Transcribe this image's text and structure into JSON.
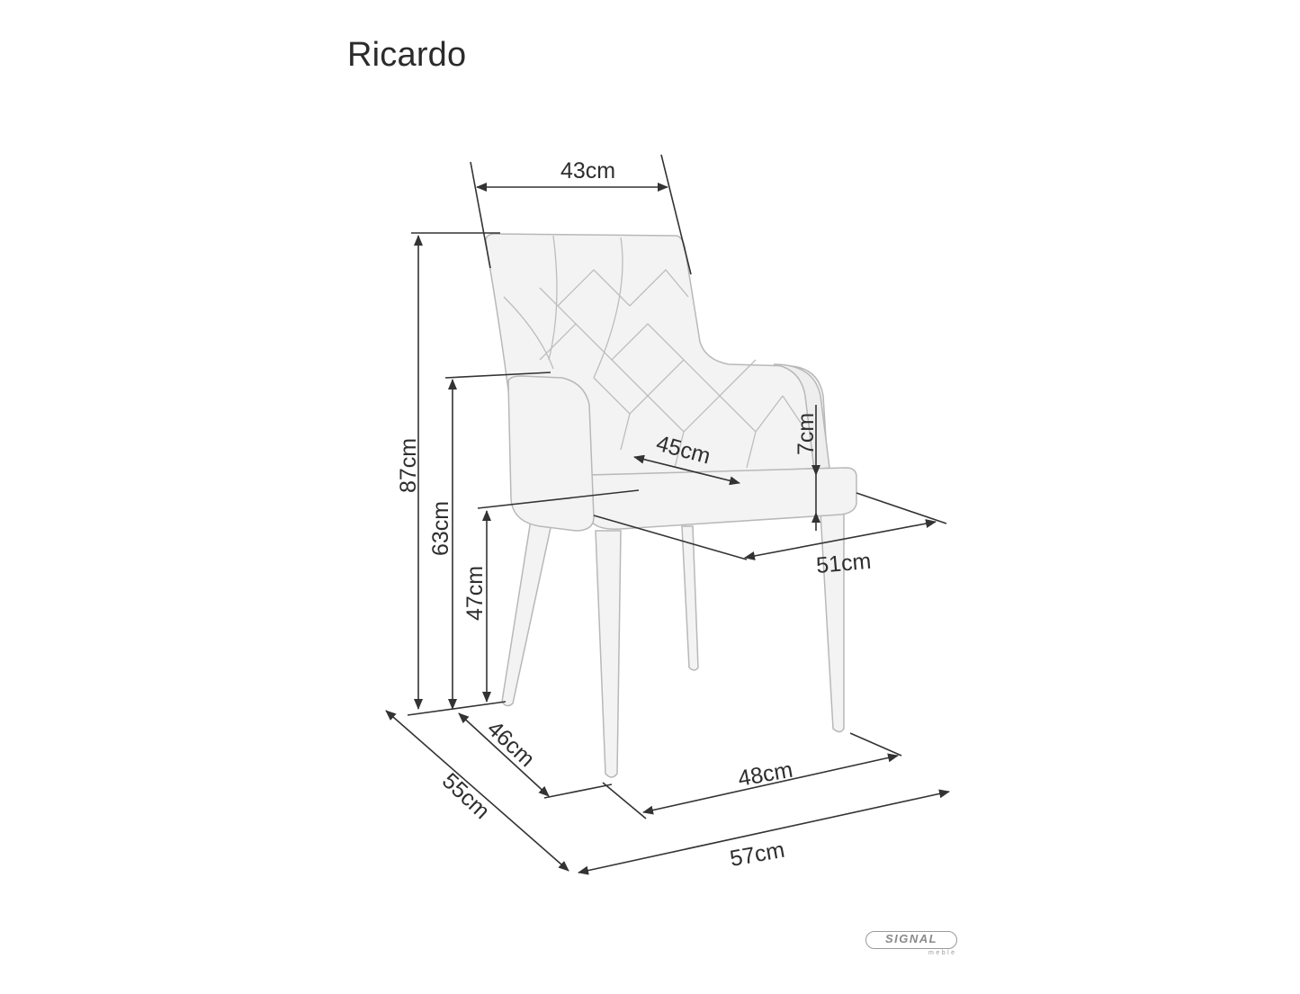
{
  "product": {
    "title": "Ricardo"
  },
  "dimensions": {
    "backrest_width": "43cm",
    "total_height": "87cm",
    "armrest_height": "63cm",
    "seat_height": "47cm",
    "seat_depth": "45cm",
    "seat_thickness": "7cm",
    "seat_width": "51cm",
    "leg_depth": "46cm",
    "leg_width": "48cm",
    "total_depth": "55cm",
    "total_width": "57cm"
  },
  "brand": {
    "name": "SIGNAL",
    "sub": "meble"
  },
  "colors": {
    "line": "#333333",
    "chair_fill": "#f2f2f2",
    "chair_stroke": "#b5b5b5",
    "text": "#2e2e2e"
  }
}
